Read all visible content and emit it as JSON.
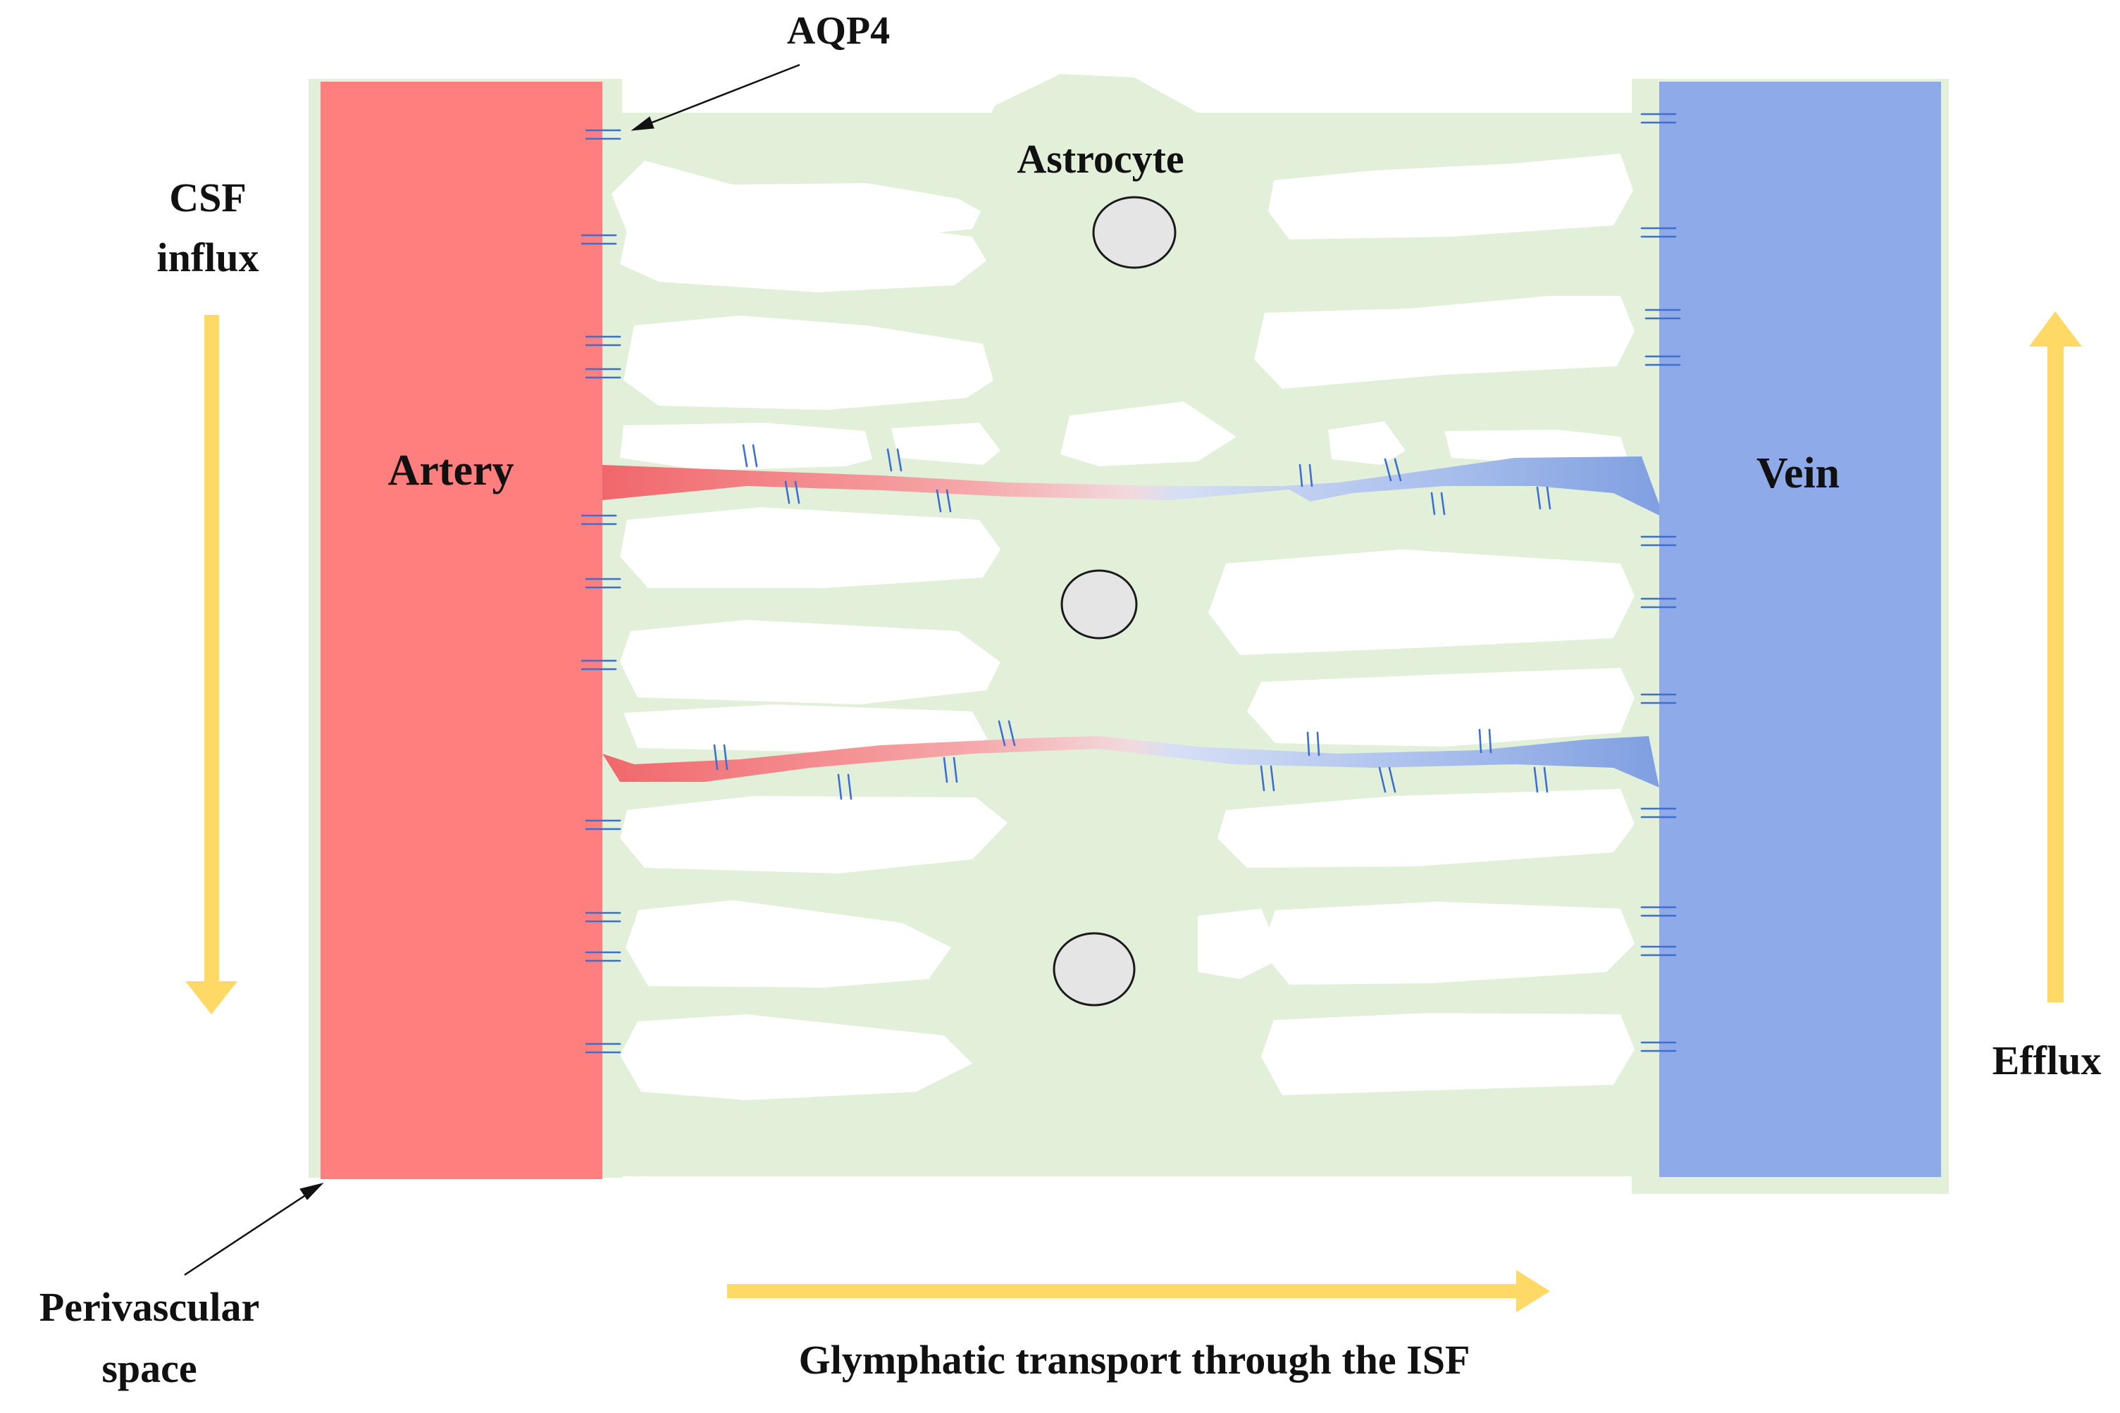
{
  "labels": {
    "aqp4": "AQP4",
    "astrocyte": "Astrocyte",
    "csf_line1": "CSF",
    "csf_line2": "influx",
    "artery": "Artery",
    "vein": "Vein",
    "efflux": "Efflux",
    "perivascular_line1": "Perivascular",
    "perivascular_line2": "space",
    "glymphatic": "Glymphatic transport through the ISF"
  },
  "colors": {
    "artery": "#FF7F7F",
    "vein": "#8EAAE8",
    "astrocyte_tissue": "#E2EFD9",
    "flow_arrow": "#FFD966",
    "aqp4_channel": "#3D6FD1",
    "nucleus_fill": "#E5E5E5",
    "nucleus_stroke": "#1A1A1A",
    "capillary_arterial": "#F0676B",
    "capillary_venous": "#7F9FE0"
  },
  "icons": {
    "aqp4_channel": "double-bar-channel-icon",
    "flow_direction": "block-arrow-icon",
    "nucleus": "nucleus-circle-icon"
  }
}
